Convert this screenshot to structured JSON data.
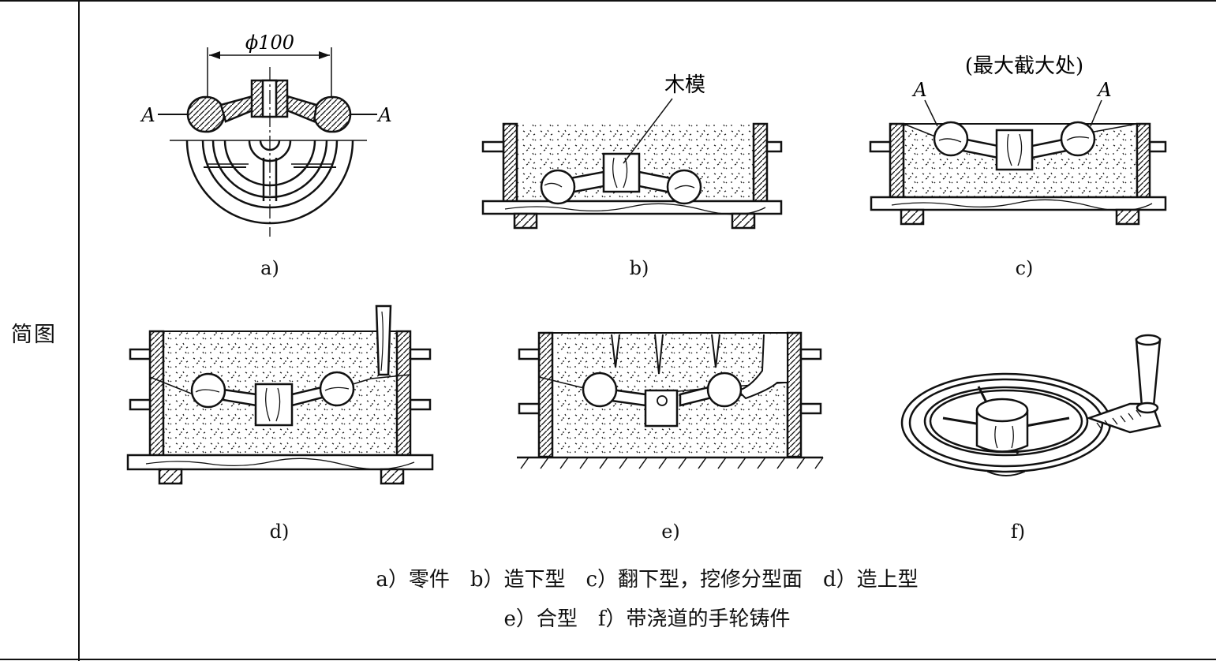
{
  "row_label": "简图",
  "figure_a": {
    "dimension": "ϕ100",
    "section_left": "A",
    "section_right": "A"
  },
  "figure_b": {
    "pattern_label": "木模"
  },
  "figure_c": {
    "note": "(最大截大处)",
    "section_left": "A",
    "section_right": "A"
  },
  "subfigure_labels": [
    "a)",
    "b)",
    "c)",
    "d)",
    "e)",
    "f)"
  ],
  "caption_line1": "a）零件　b）造下型　c）翻下型，挖修分型面　d）造上型",
  "caption_line2": "e）合型　f）带浇道的手轮铸件"
}
